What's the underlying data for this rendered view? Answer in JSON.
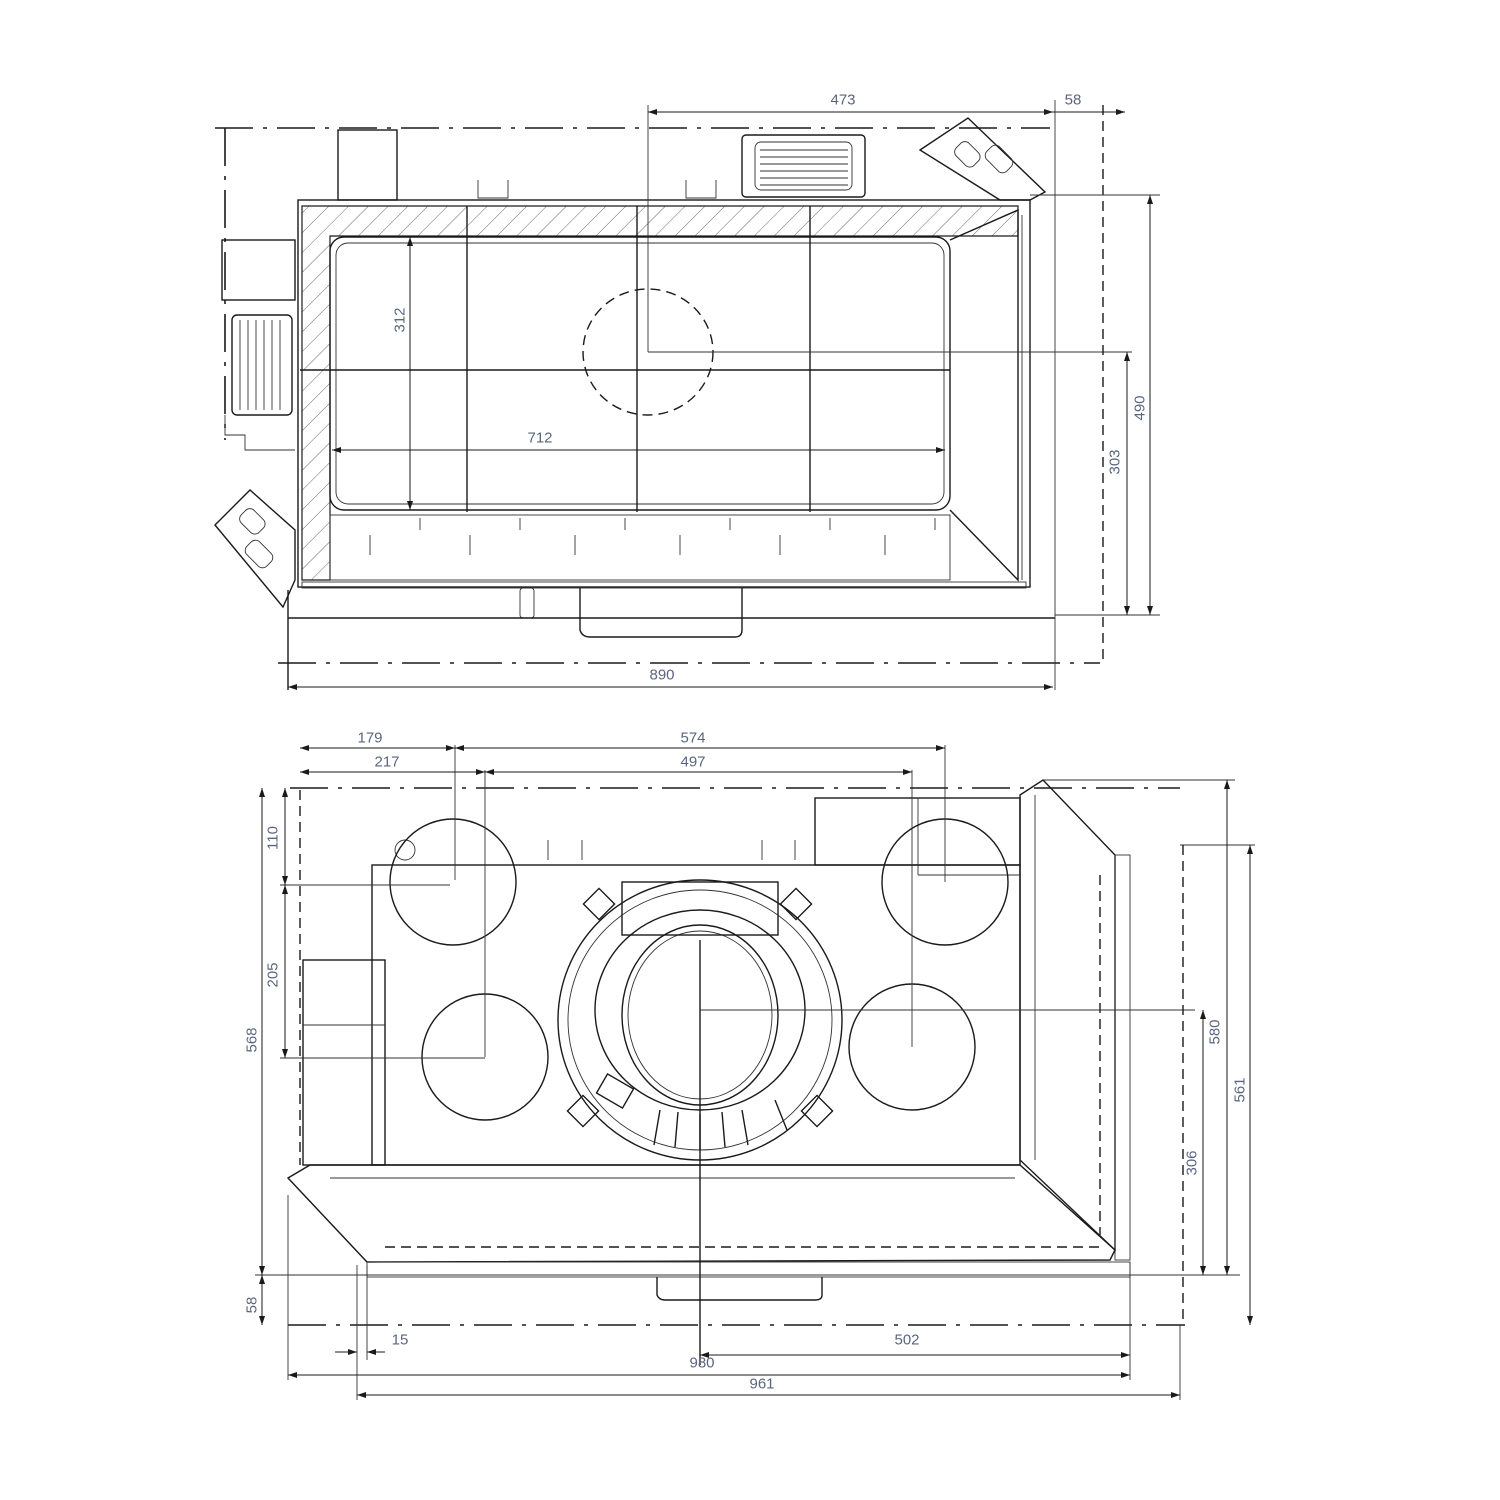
{
  "top_view": {
    "dimensions": {
      "d473": "473",
      "d58": "58",
      "d312": "312",
      "d712": "712",
      "d490": "490",
      "d303": "303",
      "d890": "890"
    }
  },
  "front_view": {
    "dimensions": {
      "d179": "179",
      "d574": "574",
      "d217": "217",
      "d497": "497",
      "d110": "110",
      "d205": "205",
      "d568": "568",
      "d58": "58",
      "d580": "580",
      "d561": "561",
      "d306": "306",
      "d15": "15",
      "d502": "502",
      "d980": "980",
      "d961": "961"
    }
  },
  "colors": {
    "line": "#1a1a1a",
    "dimension_text": "#5a6680"
  }
}
